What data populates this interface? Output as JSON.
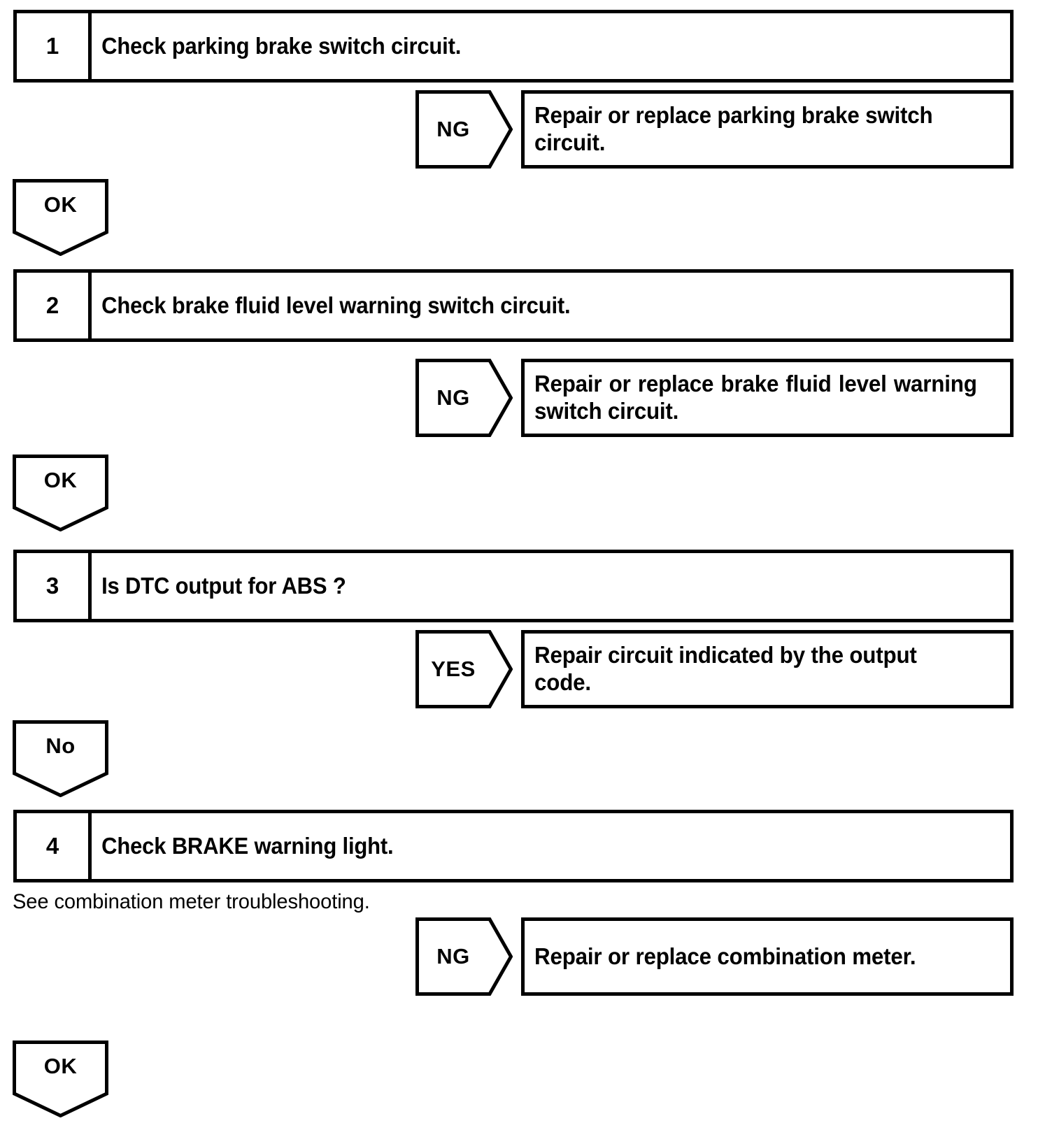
{
  "document": {
    "title": "Brake warning system troubleshooting flowchart",
    "background_color": "#ffffff",
    "line_color": "#000000"
  },
  "steps": [
    {
      "number": "1",
      "text": "Check parking brake switch circuit."
    },
    {
      "number": "2",
      "text": "Check brake fluid level warning switch circuit."
    },
    {
      "number": "3",
      "text": "Is DTC output for ABS ?"
    },
    {
      "number": "4",
      "text": "Check BRAKE warning light."
    }
  ],
  "branches": [
    {
      "label": "NG",
      "result": "Repair or replace parking brake switch circuit."
    },
    {
      "label": "NG",
      "result": "Repair or replace brake fluid level warning switch circuit."
    },
    {
      "label": "YES",
      "result": "Repair circuit indicated by the output code."
    },
    {
      "label": "NG",
      "result": "Repair or replace combination meter."
    }
  ],
  "connectors": [
    {
      "label": "OK"
    },
    {
      "label": "OK"
    },
    {
      "label": "No"
    },
    {
      "label": "OK"
    }
  ],
  "notes": [
    {
      "text": "See combination meter troubleshooting."
    }
  ]
}
